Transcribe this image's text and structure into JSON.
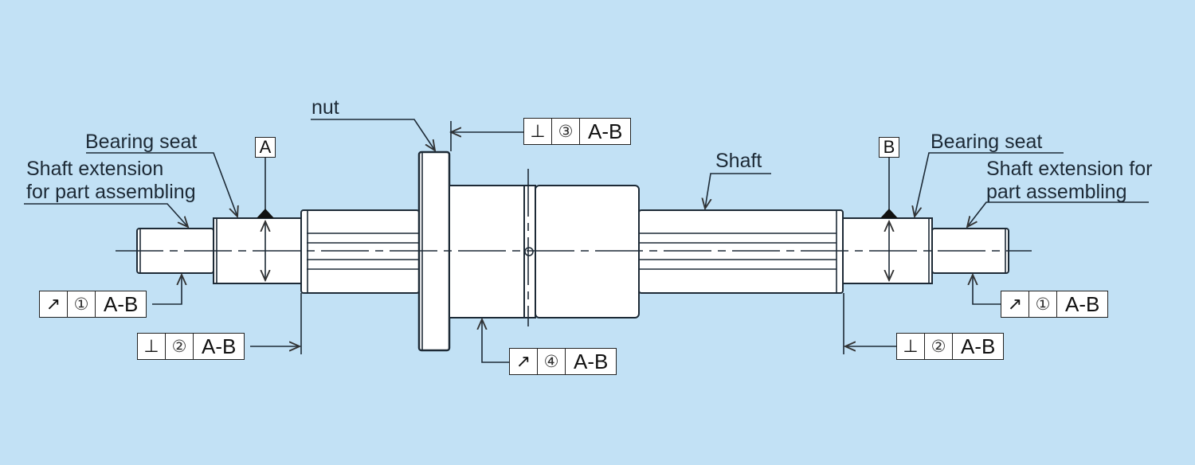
{
  "labels": {
    "nut": "nut",
    "bearing_seat_left": "Bearing seat",
    "shaft_ext_left_1": "Shaft extension",
    "shaft_ext_left_2": "for part assembling",
    "shaft": "Shaft",
    "bearing_seat_right": "Bearing seat",
    "shaft_ext_right_1": "Shaft extension for",
    "shaft_ext_right_2": "part assembling"
  },
  "datums": {
    "a": "A",
    "b": "B"
  },
  "tolerances": {
    "left_runout": {
      "symbol": "↗",
      "symbol_name": "circular-runout",
      "number": "①",
      "datum": "A-B"
    },
    "left_perp": {
      "symbol": "⊥",
      "symbol_name": "perpendicularity",
      "number": "②",
      "datum": "A-B"
    },
    "nut_perp": {
      "symbol": "⊥",
      "symbol_name": "perpendicularity",
      "number": "③",
      "datum": "A-B"
    },
    "nut_runout": {
      "symbol": "↗",
      "symbol_name": "circular-runout",
      "number": "④",
      "datum": "A-B"
    },
    "right_runout": {
      "symbol": "↗",
      "symbol_name": "circular-runout",
      "number": "①",
      "datum": "A-B"
    },
    "right_perp": {
      "symbol": "⊥",
      "symbol_name": "perpendicularity",
      "number": "②",
      "datum": "A-B"
    }
  },
  "colors": {
    "background": "#c2e1f5",
    "line": "#1d2a36",
    "part_fill": "#ffffff"
  }
}
